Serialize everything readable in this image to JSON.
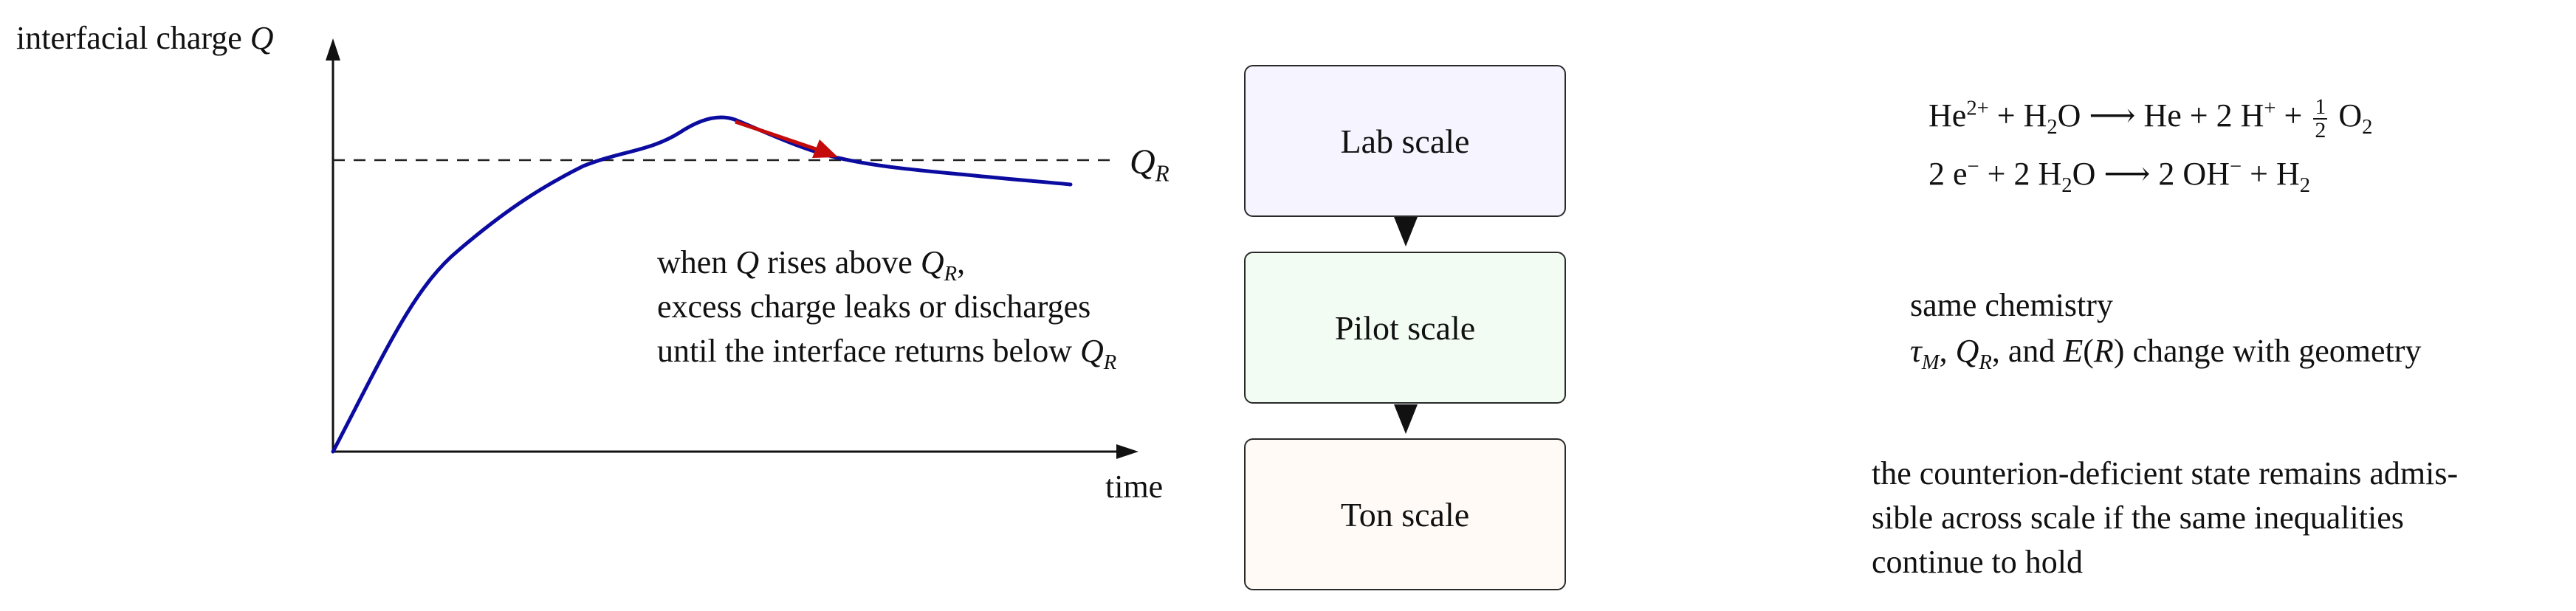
{
  "plot": {
    "y_axis_label_text": "interfacial charge",
    "y_axis_label_symbol": "Q",
    "x_axis_label": "time",
    "threshold_symbol": "Q",
    "threshold_subscript": "R",
    "colors": {
      "curve": "#0b0ba0",
      "arrow": "#c40a0a",
      "axis": "#111111",
      "threshold": "#222222"
    }
  },
  "annotation": {
    "line1_prefix": "when ",
    "line1_q": "Q",
    "line1_mid": " rises above ",
    "line1_qr": "Q",
    "line1_qr_sub": "R",
    "line1_suffix": ",",
    "line2": "excess charge leaks or discharges",
    "line3_prefix": "until the interface returns below ",
    "line3_qr": "Q",
    "line3_qr_sub": "R"
  },
  "scale_boxes": [
    {
      "label": "Lab scale",
      "fill": "#f5f4ff"
    },
    {
      "label": "Pilot scale",
      "fill": "#f2fcf3"
    },
    {
      "label": "Ton scale",
      "fill": "#fffaf5"
    }
  ],
  "equations": {
    "eq1": {
      "lhs_a": "He",
      "lhs_a_sup": "2+",
      "plus1": " + H",
      "h2o_sub": "2",
      "o": "O ",
      "arrow": "⟶",
      "rhs": " He + 2 H",
      "rhs_sup": "+",
      "plus2": " + ",
      "frac_num": "1",
      "frac_den": "2",
      "o2": " O",
      "o2_sub": "2"
    },
    "eq2": {
      "lhs": "2 e",
      "lhs_sup": "−",
      "plus": " + 2 H",
      "h2o_sub": "2",
      "o": "O ",
      "arrow": "⟶",
      "rhs": " 2 OH",
      "rhs_sup": "−",
      "plus2": " + H",
      "h2_sub": "2"
    }
  },
  "geometry_note": {
    "line1": "same chemistry",
    "tau": "τ",
    "tau_sub": "M",
    "comma1": ", ",
    "qr": "Q",
    "qr_sub": "R",
    "mid": ", and ",
    "e": "E",
    "paren_open": "(",
    "r": "R",
    "paren_close": ")",
    "suffix": " change with geometry"
  },
  "admissibility_note": {
    "line1": "the counterion-deficient state remains admis-",
    "line2": "sible across scale if the same inequalities",
    "line3": "continue to hold"
  }
}
